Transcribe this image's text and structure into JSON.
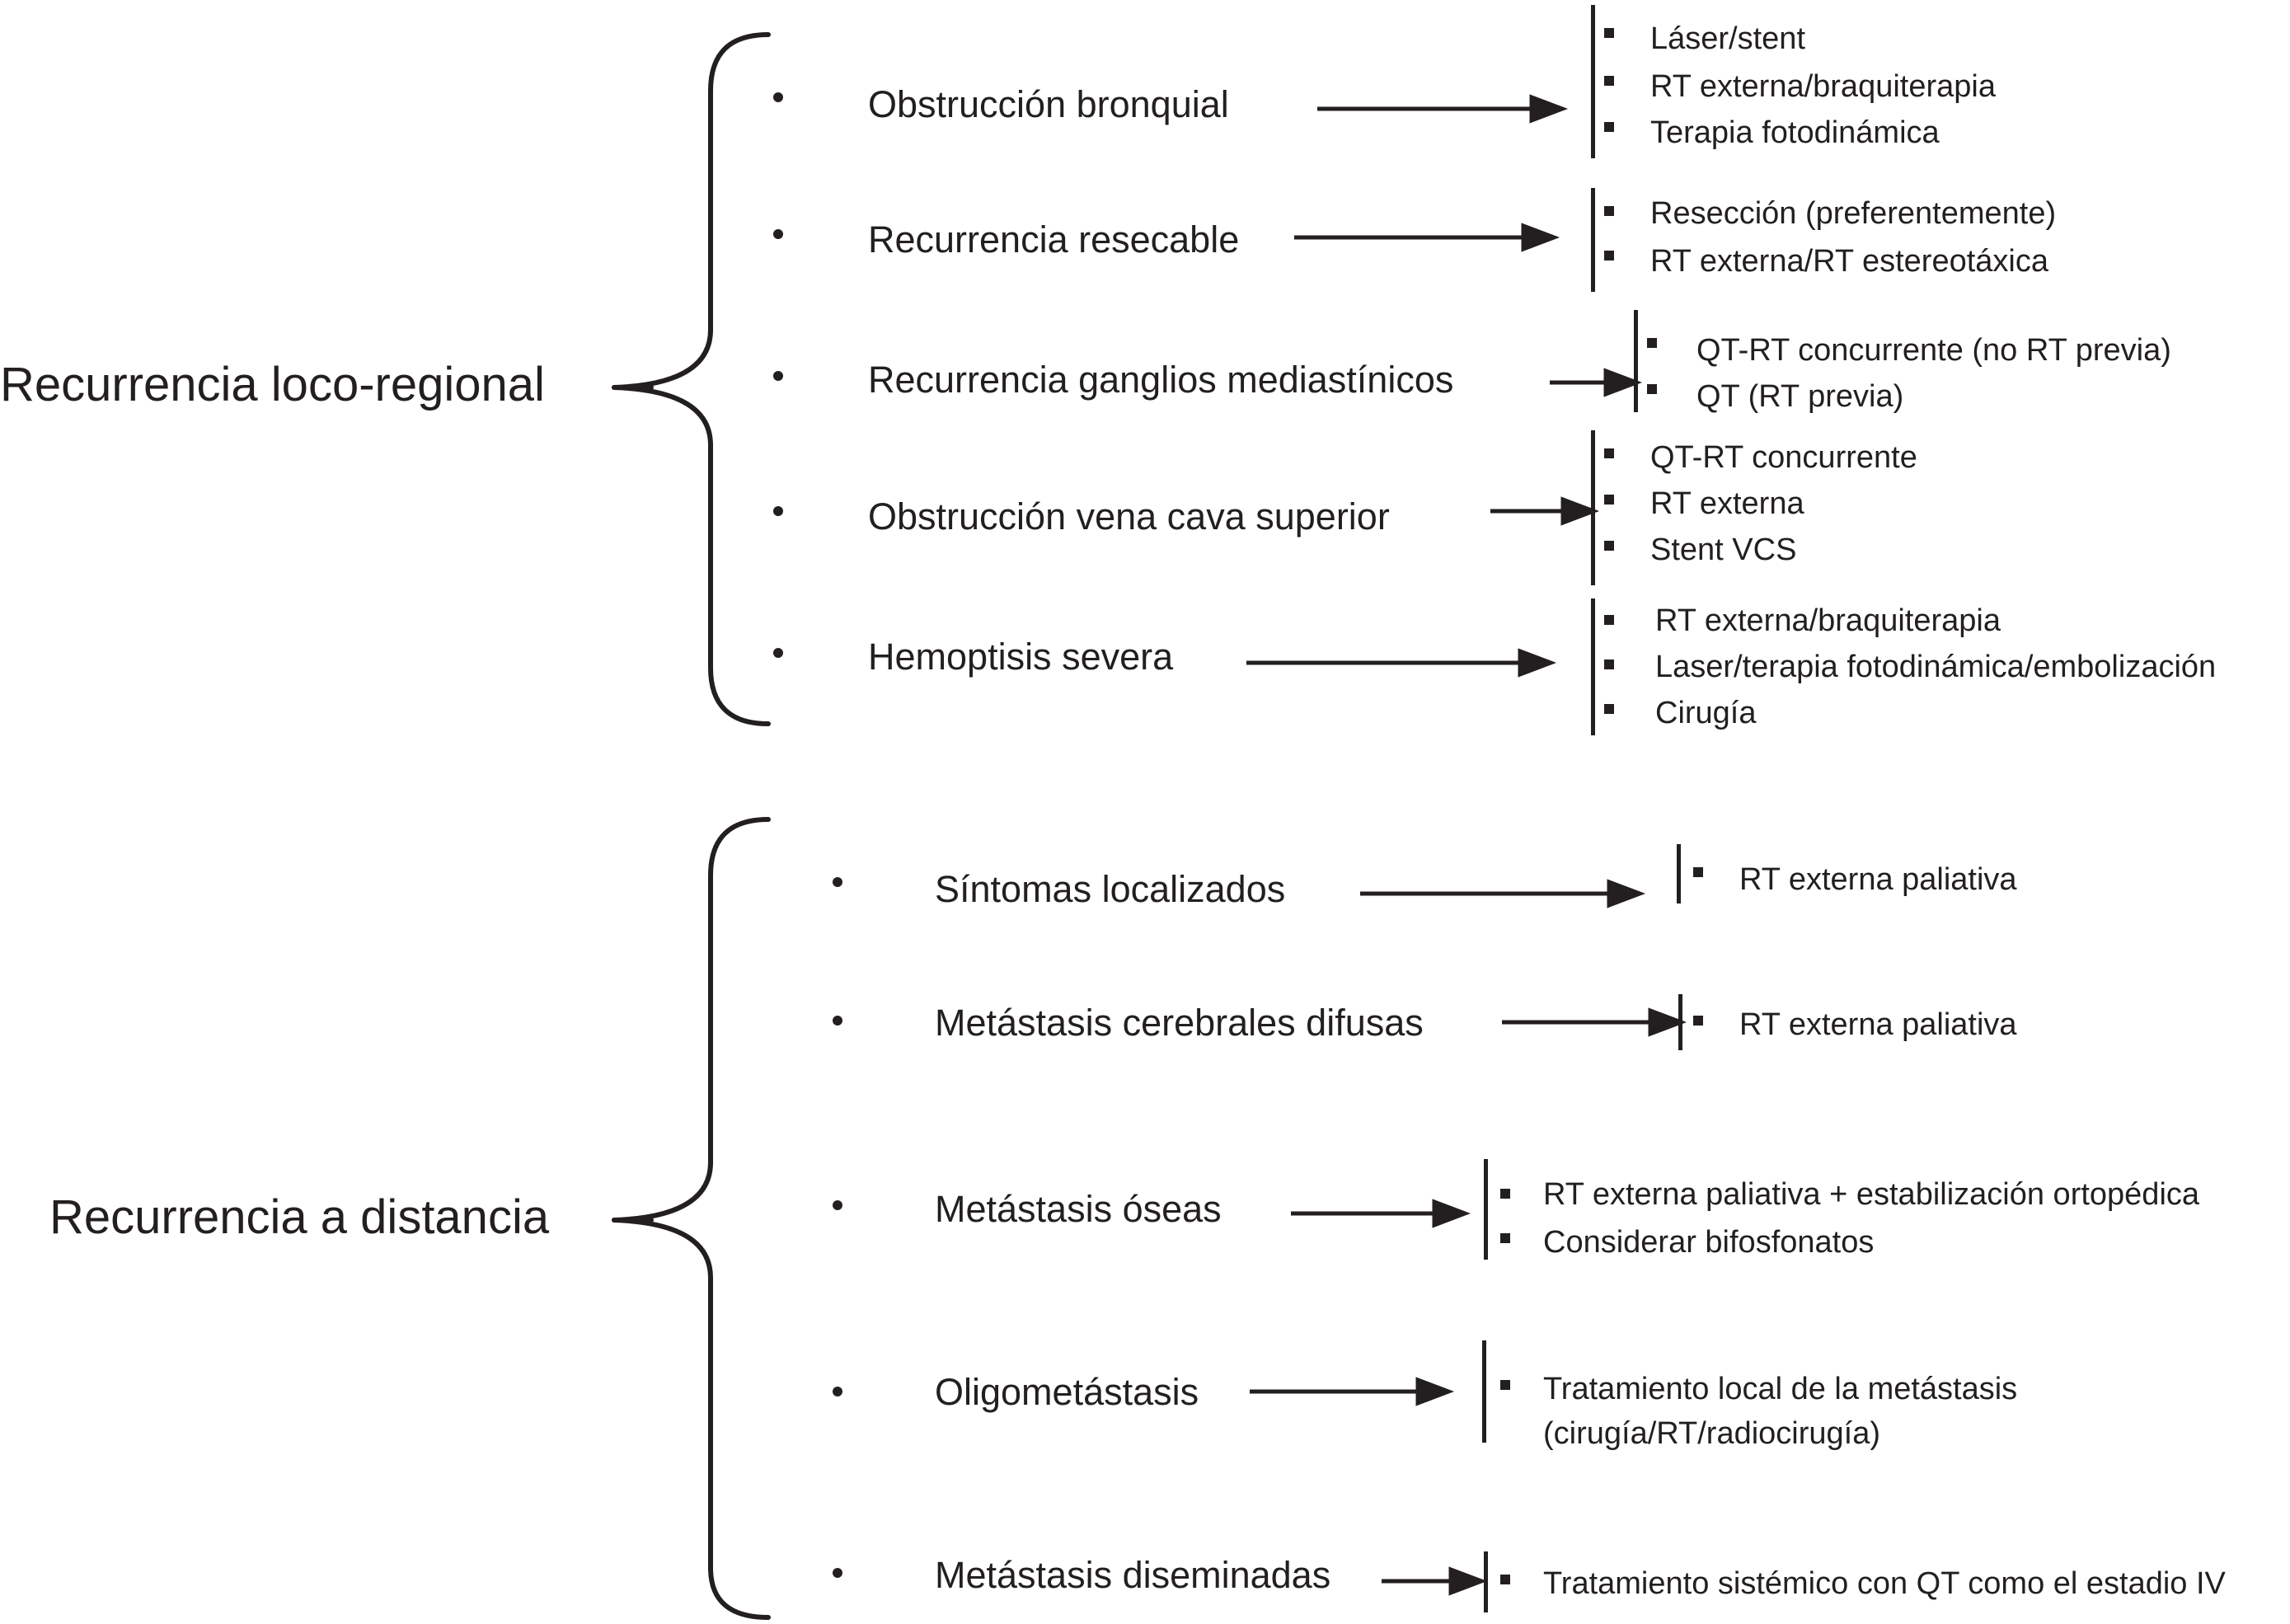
{
  "groups": [
    {
      "title": "Recurrencia loco-regional",
      "items": [
        {
          "condition": "Obstrucción bronquial",
          "treatments": [
            "Láser/stent",
            "RT externa/braquiterapia",
            "Terapia fotodinámica"
          ]
        },
        {
          "condition": "Recurrencia resecable",
          "treatments": [
            "Resección (preferentemente)",
            "RT externa/RT estereotáxica"
          ]
        },
        {
          "condition": "Recurrencia ganglios mediastínicos",
          "treatments": [
            "QT-RT concurrente (no RT previa)",
            "QT (RT previa)"
          ]
        },
        {
          "condition": "Obstrucción vena cava superior",
          "treatments": [
            "QT-RT concurrente",
            "RT externa",
            "Stent VCS"
          ]
        },
        {
          "condition": "Hemoptisis severa",
          "treatments": [
            "RT externa/braquiterapia",
            "Laser/terapia fotodinámica/embolización",
            "Cirugía"
          ]
        }
      ]
    },
    {
      "title": "Recurrencia a distancia",
      "items": [
        {
          "condition": "Síntomas localizados",
          "treatments": [
            "RT externa paliativa"
          ]
        },
        {
          "condition": "Metástasis cerebrales difusas",
          "treatments": [
            "RT externa paliativa"
          ]
        },
        {
          "condition": "Metástasis óseas",
          "treatments": [
            "RT externa paliativa + estabilización ortopédica",
            "Considerar bifosfonatos"
          ]
        },
        {
          "condition": "Oligometástasis",
          "treatments": [
            "Tratamiento local de la metástasis",
            "(cirugía/RT/radiocirugía)"
          ]
        },
        {
          "condition": "Metástasis diseminadas",
          "treatments": [
            "Tratamiento sistémico con QT como el estadio IV"
          ]
        }
      ]
    }
  ]
}
